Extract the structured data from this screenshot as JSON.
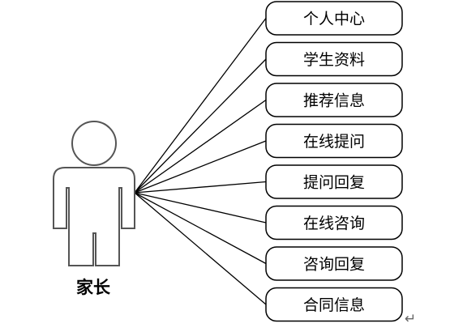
{
  "actor": {
    "label": "家长"
  },
  "use_cases": [
    {
      "label": "个人中心"
    },
    {
      "label": "学生资料"
    },
    {
      "label": "推荐信息"
    },
    {
      "label": "在线提问"
    },
    {
      "label": "提问回复"
    },
    {
      "label": "在线咨询"
    },
    {
      "label": "咨询回复"
    },
    {
      "label": "合同信息"
    }
  ],
  "paragraph_mark": "↵",
  "colors": {
    "stroke": "#000000",
    "actor_stroke": "#555555",
    "background": "#ffffff"
  }
}
